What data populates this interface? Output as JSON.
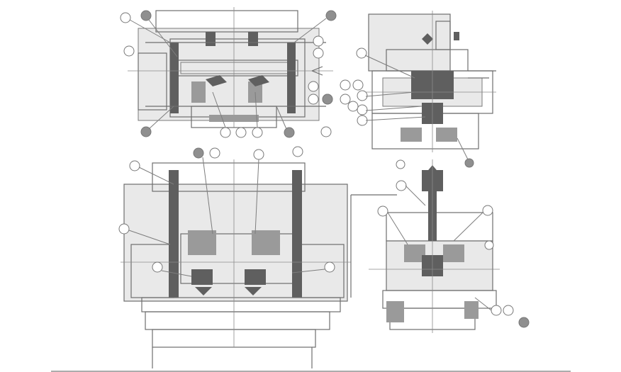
{
  "drawing": {
    "views": [
      {
        "id": "top-left-view"
      },
      {
        "id": "top-right-view"
      },
      {
        "id": "bottom-left-view"
      },
      {
        "id": "bottom-right-view"
      }
    ],
    "colors": {
      "line": "#6e6e6e",
      "fill": "#e9e9e9",
      "dark": "#5f5f5f"
    }
  }
}
